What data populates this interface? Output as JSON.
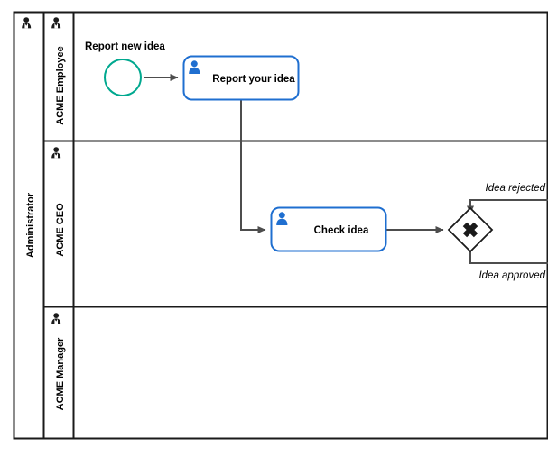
{
  "diagram": {
    "type": "bpmn-collaboration",
    "background_color": "#ffffff"
  },
  "pool": {
    "name": "Administrator",
    "icon": "participant-person-icon",
    "border_color": "#1a1a1a",
    "header_bg": "#ffffff"
  },
  "lanes": [
    {
      "id": "lane-acme-employee",
      "name": "ACME Employee",
      "icon": "lane-person-icon"
    },
    {
      "id": "lane-acme-ceo",
      "name": "ACME CEO",
      "icon": "lane-person-icon"
    },
    {
      "id": "lane-acme-manager",
      "name": "ACME Manager",
      "icon": "lane-person-icon"
    }
  ],
  "elements": {
    "start_event": {
      "name": "Report new idea",
      "type": "start-event",
      "stroke_color": "#00a88f"
    },
    "task_report": {
      "name": "Report your idea",
      "type": "user-task",
      "marker": "user-task-icon",
      "stroke_color": "#1f6fd0",
      "marker_color": "#1f6fd0"
    },
    "task_check": {
      "name": "Check idea",
      "type": "user-task",
      "marker": "user-task-icon",
      "stroke_color": "#1f6fd0",
      "marker_color": "#1f6fd0"
    },
    "gateway": {
      "name": "",
      "type": "exclusive-gateway",
      "marker": "gateway-x-icon",
      "stroke_color": "#1a1a1a"
    }
  },
  "flows": [
    {
      "id": "flow-start-to-report",
      "label": ""
    },
    {
      "id": "flow-report-to-check",
      "label": ""
    },
    {
      "id": "flow-check-to-gateway",
      "label": ""
    },
    {
      "id": "flow-idea-rejected",
      "label": "Idea rejected"
    },
    {
      "id": "flow-idea-approved",
      "label": "Idea approved"
    }
  ],
  "colors": {
    "connector": "#4d4d4d",
    "task_stroke": "#1f6fd0",
    "event_stroke": "#00a88f",
    "lane_stroke": "#1a1a1a"
  }
}
